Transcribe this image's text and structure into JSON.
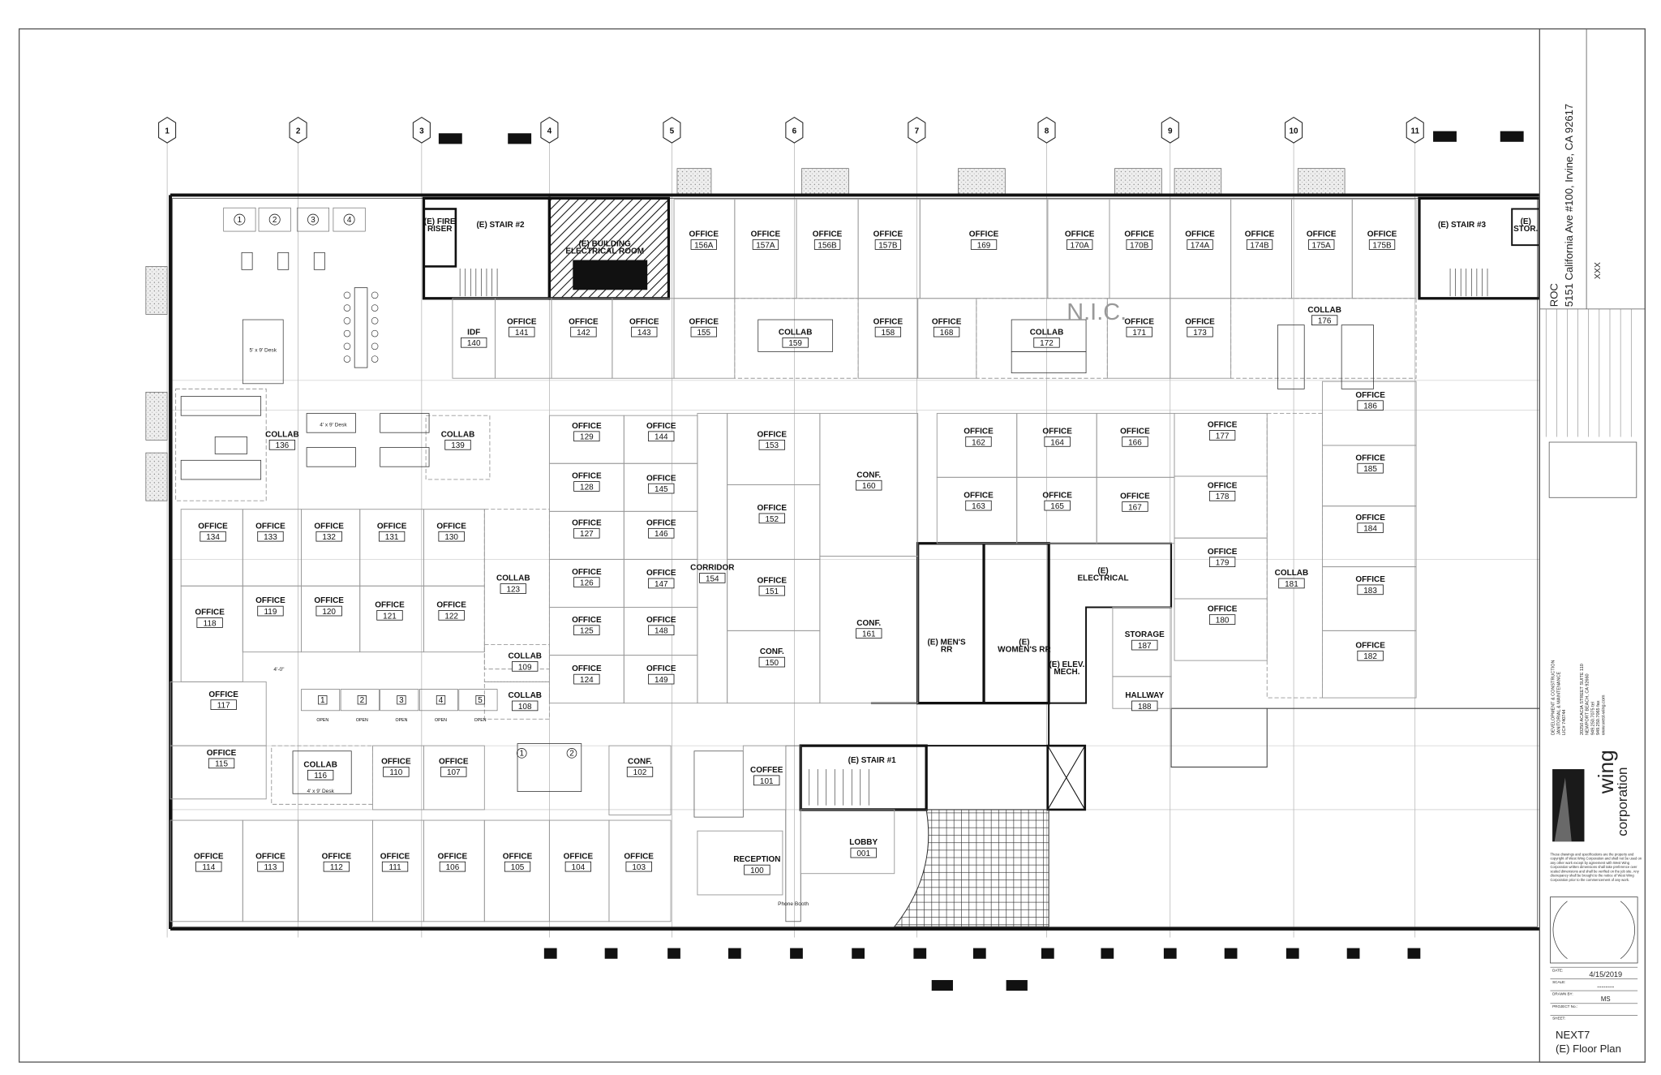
{
  "grid_bubbles": [
    "1",
    "2",
    "3",
    "4",
    "5",
    "6",
    "7",
    "8",
    "9",
    "10",
    "11"
  ],
  "rooms": [
    {
      "type": "OFFICE",
      "number": "156A"
    },
    {
      "type": "OFFICE",
      "number": "157A"
    },
    {
      "type": "OFFICE",
      "number": "156B"
    },
    {
      "type": "OFFICE",
      "number": "157B"
    },
    {
      "type": "OFFICE",
      "number": "169"
    },
    {
      "type": "OFFICE",
      "number": "170A"
    },
    {
      "type": "OFFICE",
      "number": "170B"
    },
    {
      "type": "OFFICE",
      "number": "174A"
    },
    {
      "type": "OFFICE",
      "number": "174B"
    },
    {
      "type": "OFFICE",
      "number": "175A"
    },
    {
      "type": "OFFICE",
      "number": "175B"
    },
    {
      "type": "IDF",
      "number": "140"
    },
    {
      "type": "OFFICE",
      "number": "141"
    },
    {
      "type": "OFFICE",
      "number": "142"
    },
    {
      "type": "OFFICE",
      "number": "143"
    },
    {
      "type": "OFFICE",
      "number": "155"
    },
    {
      "type": "COLLAB",
      "number": "159"
    },
    {
      "type": "OFFICE",
      "number": "158"
    },
    {
      "type": "OFFICE",
      "number": "168"
    },
    {
      "type": "COLLAB",
      "number": "172"
    },
    {
      "type": "OFFICE",
      "number": "171"
    },
    {
      "type": "OFFICE",
      "number": "173"
    },
    {
      "type": "COLLAB",
      "number": "176"
    },
    {
      "type": "COLLAB",
      "number": "136"
    },
    {
      "type": "COLLAB",
      "number": "139"
    },
    {
      "type": "OFFICE",
      "number": "129"
    },
    {
      "type": "OFFICE",
      "number": "144"
    },
    {
      "type": "OFFICE",
      "number": "128"
    },
    {
      "type": "OFFICE",
      "number": "145"
    },
    {
      "type": "OFFICE",
      "number": "127"
    },
    {
      "type": "OFFICE",
      "number": "146"
    },
    {
      "type": "OFFICE",
      "number": "126"
    },
    {
      "type": "OFFICE",
      "number": "147"
    },
    {
      "type": "OFFICE",
      "number": "125"
    },
    {
      "type": "OFFICE",
      "number": "148"
    },
    {
      "type": "OFFICE",
      "number": "124"
    },
    {
      "type": "OFFICE",
      "number": "149"
    },
    {
      "type": "OFFICE",
      "number": "153"
    },
    {
      "type": "OFFICE",
      "number": "152"
    },
    {
      "type": "OFFICE",
      "number": "151"
    },
    {
      "type": "CONF.",
      "number": "150"
    },
    {
      "type": "CONF.",
      "number": "160"
    },
    {
      "type": "CONF.",
      "number": "161"
    },
    {
      "type": "CORRIDOR",
      "number": "154"
    },
    {
      "type": "OFFICE",
      "number": "162"
    },
    {
      "type": "OFFICE",
      "number": "164"
    },
    {
      "type": "OFFICE",
      "number": "166"
    },
    {
      "type": "OFFICE",
      "number": "163"
    },
    {
      "type": "OFFICE",
      "number": "165"
    },
    {
      "type": "OFFICE",
      "number": "167"
    },
    {
      "type": "OFFICE",
      "number": "177"
    },
    {
      "type": "OFFICE",
      "number": "178"
    },
    {
      "type": "OFFICE",
      "number": "179"
    },
    {
      "type": "OFFICE",
      "number": "180"
    },
    {
      "type": "COLLAB",
      "number": "181"
    },
    {
      "type": "OFFICE",
      "number": "186"
    },
    {
      "type": "OFFICE",
      "number": "185"
    },
    {
      "type": "OFFICE",
      "number": "184"
    },
    {
      "type": "OFFICE",
      "number": "183"
    },
    {
      "type": "OFFICE",
      "number": "182"
    },
    {
      "type": "STORAGE",
      "number": "187"
    },
    {
      "type": "HALLWAY",
      "number": "188"
    },
    {
      "type": "OFFICE",
      "number": "134"
    },
    {
      "type": "OFFICE",
      "number": "133"
    },
    {
      "type": "OFFICE",
      "number": "132"
    },
    {
      "type": "OFFICE",
      "number": "131"
    },
    {
      "type": "OFFICE",
      "number": "130"
    },
    {
      "type": "OFFICE",
      "number": "119"
    },
    {
      "type": "OFFICE",
      "number": "120"
    },
    {
      "type": "OFFICE",
      "number": "121"
    },
    {
      "type": "OFFICE",
      "number": "122"
    },
    {
      "type": "OFFICE",
      "number": "118"
    },
    {
      "type": "COLLAB",
      "number": "123"
    },
    {
      "type": "COLLAB",
      "number": "109"
    },
    {
      "type": "COLLAB",
      "number": "108"
    },
    {
      "type": "OFFICE",
      "number": "117"
    },
    {
      "type": "OFFICE",
      "number": "115"
    },
    {
      "type": "COLLAB",
      "number": "116"
    },
    {
      "type": "OFFICE",
      "number": "110"
    },
    {
      "type": "OFFICE",
      "number": "107"
    },
    {
      "type": "CONF.",
      "number": "102"
    },
    {
      "type": "COFFEE",
      "number": "101"
    },
    {
      "type": "LOBBY",
      "number": "001"
    },
    {
      "type": "RECEPTION",
      "number": "100"
    },
    {
      "type": "OFFICE",
      "number": "114"
    },
    {
      "type": "OFFICE",
      "number": "113"
    },
    {
      "type": "OFFICE",
      "number": "112"
    },
    {
      "type": "OFFICE",
      "number": "111"
    },
    {
      "type": "OFFICE",
      "number": "106"
    },
    {
      "type": "OFFICE",
      "number": "105"
    },
    {
      "type": "OFFICE",
      "number": "104"
    },
    {
      "type": "OFFICE",
      "number": "103"
    }
  ],
  "unnumbered_spaces": [
    {
      "line1": "(E) FIRE",
      "line2": "RISER"
    },
    {
      "line1": "(E) STAIR #2",
      "line2": ""
    },
    {
      "line1": "(E) BUILDING",
      "line2": "ELECTRICAL ROOM"
    },
    {
      "line1": "(E) STAIR #3",
      "line2": ""
    },
    {
      "line1": "(E)",
      "line2": "STOR."
    },
    {
      "line1": "(E)",
      "line2": "ELECTRICAL"
    },
    {
      "line1": "(E)  MEN'S",
      "line2": "RR"
    },
    {
      "line1": "(E)",
      "line2": "WOMEN'S RR"
    },
    {
      "line1": "(E) ELEV.",
      "line2": "MECH."
    },
    {
      "line1": "(E) STAIR #1",
      "line2": ""
    }
  ],
  "annotations": {
    "nic": "N.I.C.",
    "desk_5x9": "5' x 9' Desk",
    "desk_4x9_a": "4' x 9' Desk",
    "desk_4x9_b": "4' x 9' Desk",
    "open": "OPEN",
    "phone_booth": "Phone Booth",
    "dimension": "4'-0\"",
    "workstation_numbers_top": [
      "1",
      "2",
      "3",
      "4"
    ],
    "workstation_numbers_mid": [
      "1",
      "2",
      "3",
      "4",
      "5"
    ],
    "workstation_numbers_low": [
      "1",
      "2"
    ]
  },
  "title_block": {
    "client": "ROC",
    "address": "5151  California  Ave  #100,  Irvine,  CA  92617",
    "xxx": "XXX",
    "company_lines": [
      "DEVELOPMENT & CONSTRUCTION",
      "JANITORIAL & MAINTENANCE",
      "LIC# 740744"
    ],
    "company_address": [
      "20250 ACACIA STREET SUITE 110",
      "NEWPORT BEACH, CA 92660",
      "949.250.7075 tel",
      "949.250.7065 fax",
      "www.west-wing.com"
    ],
    "logo_text": "West wing corporation",
    "disclaimer": "These drawings and specifications are the property and copyright of West Wing Corporation and shall not be used on any other work except by agreement with West Wing Corporation written dimensions shall take preference over scaled dimensions and shall be verified on the job site. Any discrepancy shall be brought to the notice of West Wing Corporation prior to the commencement of any work.",
    "date_label": "DATE:",
    "date": "4/15/2019",
    "scale_label": "SCALE:",
    "scale": "--------",
    "drawn_by_label": "DRAWN BY:",
    "drawn_by": "MS",
    "project_label": "PROJECT No.:",
    "sheet_label": "SHEET:",
    "sheet_name": "NEXT7",
    "sheet_title": "(E) Floor Plan"
  }
}
